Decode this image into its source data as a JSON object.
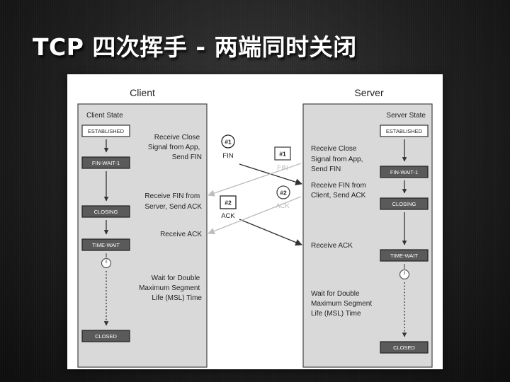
{
  "title": "TCP 四次挥手 - 两端同时关闭",
  "client": {
    "heading": "Client",
    "state_label": "Client State",
    "states": [
      "ESTABLISHED",
      "FIN-WAIT-1",
      "CLOSING",
      "TIME-WAIT",
      "CLOSED"
    ],
    "notes": {
      "send_fin": [
        "Receive Close",
        "Signal from App,",
        "Send FIN"
      ],
      "recv_fin": [
        "Receive FIN from",
        "Server, Send ACK"
      ],
      "recv_ack": [
        "Receive ACK"
      ],
      "wait": [
        "Wait for Double",
        "Maximum Segment",
        "Life (MSL) Time"
      ]
    }
  },
  "server": {
    "heading": "Server",
    "state_label": "Server State",
    "states": [
      "ESTABLISHED",
      "FIN-WAIT-1",
      "CLOSING",
      "TIME-WAIT",
      "CLOSED"
    ],
    "notes": {
      "send_fin": [
        "Receive Close",
        "Signal from App,",
        "Send FIN"
      ],
      "recv_fin": [
        "Receive FIN from",
        "Client, Send ACK"
      ],
      "recv_ack": [
        "Receive ACK"
      ],
      "wait": [
        "Wait for Double",
        "Maximum Segment",
        "Life (MSL) Time"
      ]
    }
  },
  "messages": {
    "client_fin": {
      "badge": "#1",
      "label": "FIN"
    },
    "client_ack": {
      "badge": "#2",
      "label": "ACK"
    },
    "server_fin": {
      "badge": "#1",
      "label": "FIN"
    },
    "server_ack": {
      "badge": "#2",
      "label": "ACK"
    }
  },
  "colors": {
    "panel": "#d9d9d9",
    "state_box": "#5a5a5a",
    "arrow_dark": "#333333",
    "arrow_light": "#bdbdbd"
  }
}
